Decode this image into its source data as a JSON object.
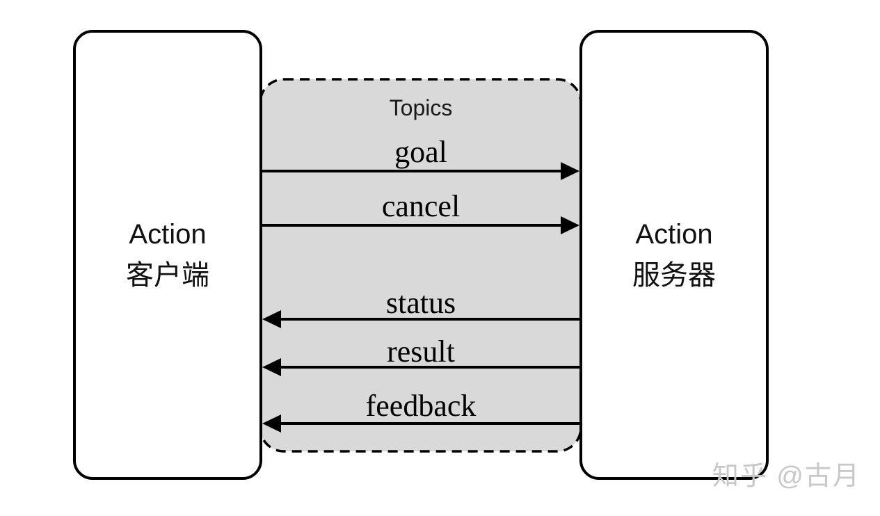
{
  "diagram": {
    "title_meaning": "ROS Action communication between client and server over topics",
    "client_box": {
      "line1": "Action",
      "line2": "客户端"
    },
    "server_box": {
      "line1": "Action",
      "line2": "服务器"
    },
    "topics": {
      "title": "Topics",
      "arrows": [
        {
          "label": "goal",
          "direction": "client-to-server"
        },
        {
          "label": "cancel",
          "direction": "client-to-server"
        },
        {
          "label": "status",
          "direction": "server-to-client"
        },
        {
          "label": "result",
          "direction": "server-to-client"
        },
        {
          "label": "feedback",
          "direction": "server-to-client"
        }
      ]
    },
    "watermark": "知乎 @古月",
    "colors": {
      "background": "#ffffff",
      "topics_fill": "#d9d9d9",
      "stroke": "#000000",
      "watermark_text": "#c8c8c8"
    }
  }
}
